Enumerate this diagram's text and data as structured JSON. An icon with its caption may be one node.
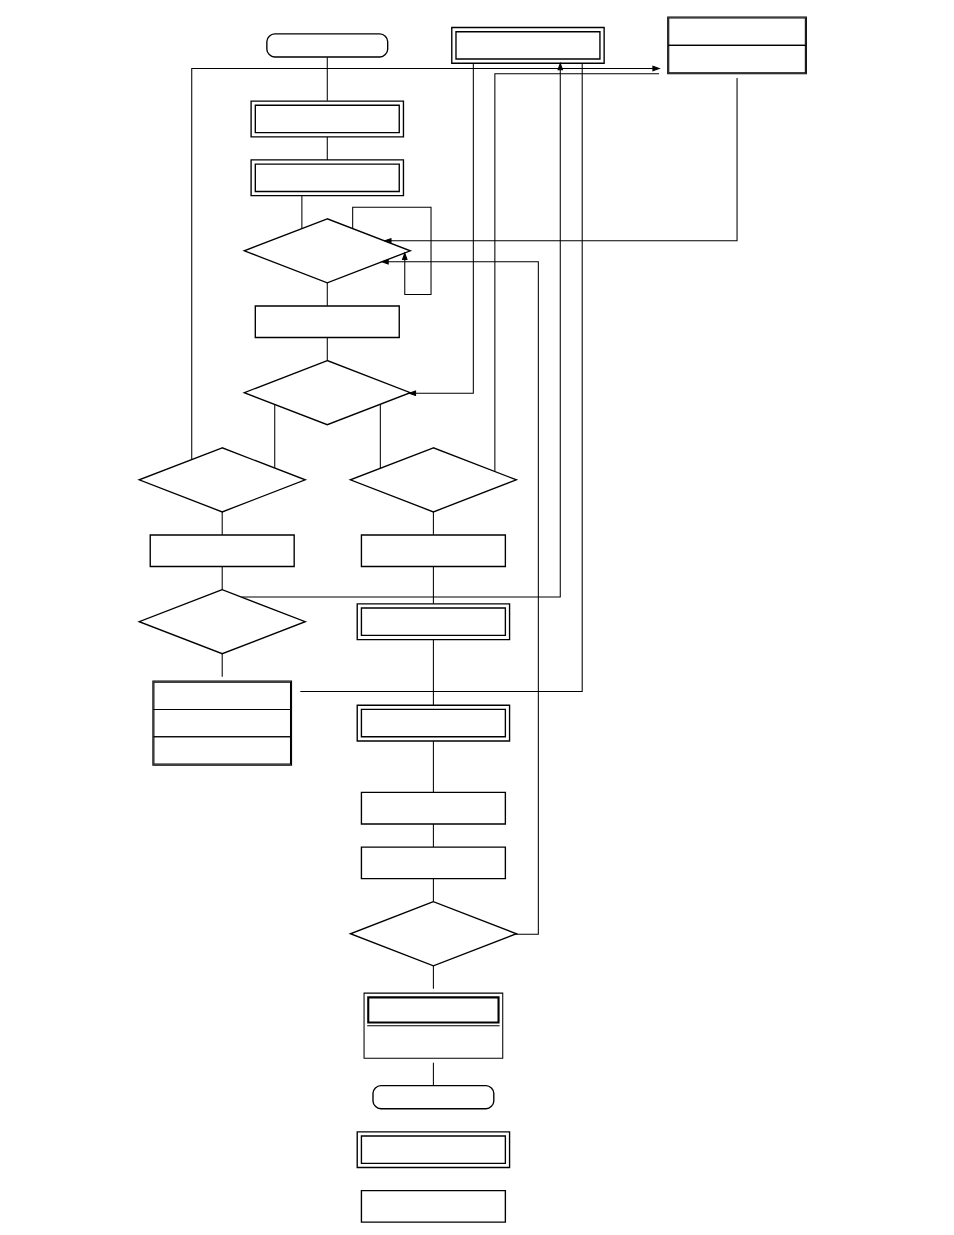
{
  "diagram": {
    "nodes": [
      {
        "text": [],
        "shape": "terminal"
      },
      {
        "text": [],
        "shape": "double-box"
      },
      {
        "text": [],
        "shape": "double-box"
      },
      {
        "text": [],
        "shape": "diamond"
      },
      {
        "text": [],
        "shape": "box"
      },
      {
        "text": [],
        "shape": "diamond"
      },
      {
        "text": [],
        "shape": "split-box"
      },
      {
        "text": [],
        "shape": "double-box"
      },
      {
        "text": [],
        "shape": "diamond"
      },
      {
        "text": [],
        "shape": "diamond"
      },
      {
        "text": [],
        "shape": "box"
      },
      {
        "text": [],
        "shape": "box"
      },
      {
        "text": [],
        "shape": "diamond"
      },
      {
        "text": [],
        "shape": "double-box"
      },
      {
        "text": [],
        "shape": "triple-box"
      },
      {
        "text": [],
        "shape": "double-box"
      },
      {
        "text": [],
        "shape": "box"
      },
      {
        "text": [],
        "shape": "box"
      },
      {
        "text": [],
        "shape": "diamond"
      },
      {
        "text": [],
        "shape": "double-split-box"
      },
      {
        "text": [],
        "shape": "terminal"
      },
      {
        "text": [],
        "shape": "double-box"
      },
      {
        "text": [],
        "shape": "box"
      }
    ],
    "edges": [
      {
        "from": 0,
        "to": 1,
        "arrow": "none"
      },
      {
        "from": 1,
        "to": 2,
        "arrow": "none"
      },
      {
        "from": 2,
        "to": 3,
        "arrow": "none"
      },
      {
        "from": 3,
        "to": 3,
        "arrow": "to"
      },
      {
        "from": 3,
        "to": 4,
        "arrow": "none"
      },
      {
        "from": 4,
        "to": 5,
        "arrow": "none"
      },
      {
        "from": 5,
        "to": 8,
        "arrow": "none"
      },
      {
        "from": 5,
        "to": 9,
        "arrow": "none"
      },
      {
        "from": 6,
        "to": 3,
        "arrow": "to"
      },
      {
        "from": 7,
        "to": 5,
        "arrow": "to"
      },
      {
        "from": 8,
        "to": 6,
        "arrow": "to"
      },
      {
        "from": 9,
        "to": 6,
        "arrow": "none"
      },
      {
        "from": 8,
        "to": 10,
        "arrow": "none"
      },
      {
        "from": 10,
        "to": 12,
        "arrow": "none"
      },
      {
        "from": 12,
        "to": 7,
        "arrow": "to"
      },
      {
        "from": 12,
        "to": 14,
        "arrow": "none"
      },
      {
        "from": 14,
        "to": 7,
        "arrow": "none"
      },
      {
        "from": 9,
        "to": 11,
        "arrow": "none"
      },
      {
        "from": 11,
        "to": 13,
        "arrow": "none"
      },
      {
        "from": 13,
        "to": 15,
        "arrow": "none"
      },
      {
        "from": 15,
        "to": 16,
        "arrow": "none"
      },
      {
        "from": 16,
        "to": 17,
        "arrow": "none"
      },
      {
        "from": 17,
        "to": 18,
        "arrow": "none"
      },
      {
        "from": 18,
        "to": 19,
        "arrow": "none"
      },
      {
        "from": 18,
        "to": 3,
        "arrow": "to"
      },
      {
        "from": 19,
        "to": 20,
        "arrow": "none"
      }
    ]
  }
}
